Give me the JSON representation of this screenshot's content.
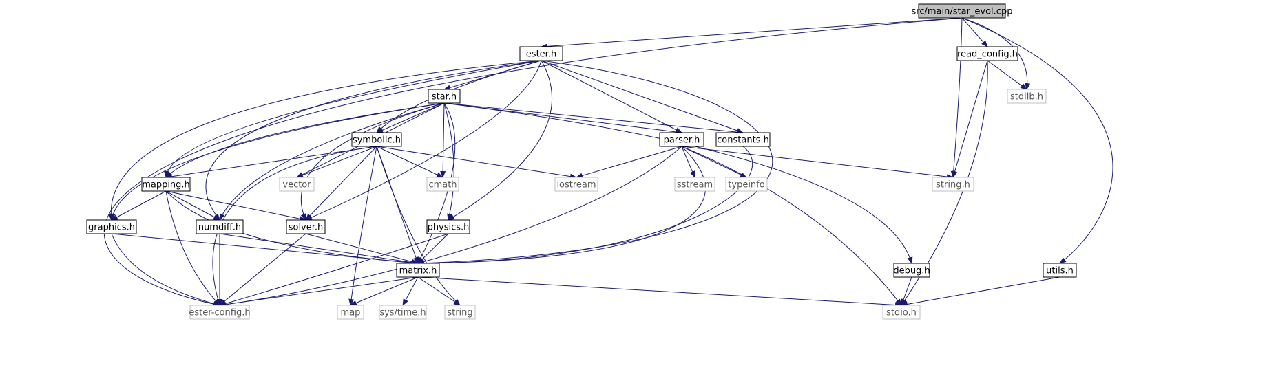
{
  "diagram": {
    "nodes": [
      {
        "id": "star_evol",
        "label": "src/main/star_evol.cpp",
        "kind": "root"
      },
      {
        "id": "ester_h",
        "label": "ester.h",
        "kind": "local"
      },
      {
        "id": "read_config_h",
        "label": "read_config.h",
        "kind": "local"
      },
      {
        "id": "stdlib_h",
        "label": "stdlib.h",
        "kind": "system"
      },
      {
        "id": "star_h",
        "label": "star.h",
        "kind": "local"
      },
      {
        "id": "symbolic_h",
        "label": "symbolic.h",
        "kind": "local"
      },
      {
        "id": "parser_h",
        "label": "parser.h",
        "kind": "local"
      },
      {
        "id": "constants_h",
        "label": "constants.h",
        "kind": "local"
      },
      {
        "id": "mapping_h",
        "label": "mapping.h",
        "kind": "local"
      },
      {
        "id": "vector",
        "label": "vector",
        "kind": "system"
      },
      {
        "id": "cmath",
        "label": "cmath",
        "kind": "system"
      },
      {
        "id": "iostream",
        "label": "iostream",
        "kind": "system"
      },
      {
        "id": "sstream",
        "label": "sstream",
        "kind": "system"
      },
      {
        "id": "typeinfo",
        "label": "typeinfo",
        "kind": "system"
      },
      {
        "id": "string_h",
        "label": "string.h",
        "kind": "system"
      },
      {
        "id": "graphics_h",
        "label": "graphics.h",
        "kind": "local"
      },
      {
        "id": "numdiff_h",
        "label": "numdiff.h",
        "kind": "local"
      },
      {
        "id": "solver_h",
        "label": "solver.h",
        "kind": "local"
      },
      {
        "id": "physics_h",
        "label": "physics.h",
        "kind": "local"
      },
      {
        "id": "matrix_h",
        "label": "matrix.h",
        "kind": "local"
      },
      {
        "id": "debug_h",
        "label": "debug.h",
        "kind": "local"
      },
      {
        "id": "utils_h",
        "label": "utils.h",
        "kind": "local"
      },
      {
        "id": "ester_config_h",
        "label": "ester-config.h",
        "kind": "system"
      },
      {
        "id": "map",
        "label": "map",
        "kind": "system"
      },
      {
        "id": "sys_time_h",
        "label": "sys/time.h",
        "kind": "system"
      },
      {
        "id": "string",
        "label": "string",
        "kind": "system"
      },
      {
        "id": "stdio_h",
        "label": "stdio.h",
        "kind": "system"
      }
    ],
    "edges": [
      [
        "star_evol",
        "ester_h"
      ],
      [
        "star_evol",
        "ester_config_h"
      ],
      [
        "star_evol",
        "read_config_h"
      ],
      [
        "star_evol",
        "string_h"
      ],
      [
        "star_evol",
        "stdlib_h"
      ],
      [
        "star_evol",
        "utils_h"
      ],
      [
        "ester_h",
        "star_h"
      ],
      [
        "ester_h",
        "symbolic_h"
      ],
      [
        "ester_h",
        "mapping_h"
      ],
      [
        "ester_h",
        "graphics_h"
      ],
      [
        "ester_h",
        "numdiff_h"
      ],
      [
        "ester_h",
        "solver_h"
      ],
      [
        "ester_h",
        "physics_h"
      ],
      [
        "ester_h",
        "parser_h"
      ],
      [
        "ester_h",
        "constants_h"
      ],
      [
        "ester_h",
        "matrix_h"
      ],
      [
        "read_config_h",
        "stdlib_h"
      ],
      [
        "read_config_h",
        "string_h"
      ],
      [
        "read_config_h",
        "stdio_h"
      ],
      [
        "star_h",
        "symbolic_h"
      ],
      [
        "star_h",
        "mapping_h"
      ],
      [
        "star_h",
        "graphics_h"
      ],
      [
        "star_h",
        "numdiff_h"
      ],
      [
        "star_h",
        "solver_h"
      ],
      [
        "star_h",
        "vector"
      ],
      [
        "star_h",
        "cmath"
      ],
      [
        "star_h",
        "physics_h"
      ],
      [
        "star_h",
        "matrix_h"
      ],
      [
        "star_h",
        "parser_h"
      ],
      [
        "star_h",
        "constants_h"
      ],
      [
        "star_h",
        "debug_h"
      ],
      [
        "symbolic_h",
        "mapping_h"
      ],
      [
        "symbolic_h",
        "vector"
      ],
      [
        "symbolic_h",
        "cmath"
      ],
      [
        "symbolic_h",
        "iostream"
      ],
      [
        "symbolic_h",
        "solver_h"
      ],
      [
        "symbolic_h",
        "matrix_h"
      ],
      [
        "symbolic_h",
        "map"
      ],
      [
        "symbolic_h",
        "string"
      ],
      [
        "symbolic_h",
        "ester_config_h"
      ],
      [
        "parser_h",
        "iostream"
      ],
      [
        "parser_h",
        "sstream"
      ],
      [
        "parser_h",
        "typeinfo"
      ],
      [
        "parser_h",
        "string_h"
      ],
      [
        "parser_h",
        "matrix_h"
      ],
      [
        "parser_h",
        "stdio_h"
      ],
      [
        "parser_h",
        "ester_config_h"
      ],
      [
        "constants_h",
        "matrix_h"
      ],
      [
        "mapping_h",
        "graphics_h"
      ],
      [
        "mapping_h",
        "numdiff_h"
      ],
      [
        "mapping_h",
        "solver_h"
      ],
      [
        "mapping_h",
        "matrix_h"
      ],
      [
        "mapping_h",
        "ester_config_h"
      ],
      [
        "graphics_h",
        "matrix_h"
      ],
      [
        "graphics_h",
        "ester_config_h"
      ],
      [
        "numdiff_h",
        "matrix_h"
      ],
      [
        "numdiff_h",
        "ester_config_h"
      ],
      [
        "solver_h",
        "matrix_h"
      ],
      [
        "solver_h",
        "ester_config_h"
      ],
      [
        "physics_h",
        "matrix_h"
      ],
      [
        "physics_h",
        "ester_config_h"
      ],
      [
        "matrix_h",
        "ester_config_h"
      ],
      [
        "matrix_h",
        "map"
      ],
      [
        "matrix_h",
        "sys_time_h"
      ],
      [
        "matrix_h",
        "string"
      ],
      [
        "matrix_h",
        "stdio_h"
      ],
      [
        "debug_h",
        "stdio_h"
      ],
      [
        "utils_h",
        "stdio_h"
      ]
    ],
    "colors": {
      "edge": "#191970",
      "local_border": "#000000",
      "system_border": "#bfbfbf",
      "system_text": "#555555",
      "root_fill": "#bfbfbf",
      "local_text": "#000000"
    }
  }
}
